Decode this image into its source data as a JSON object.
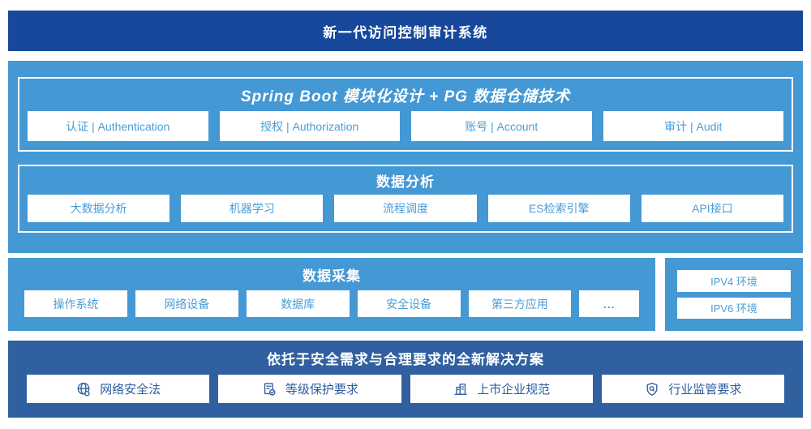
{
  "banner": {
    "title": "新一代访问控制审计系统"
  },
  "platform": {
    "title": "Spring Boot 模块化设计 + PG 数据仓储技术",
    "modules": [
      {
        "label": "认证 | Authentication"
      },
      {
        "label": "授权 | Authorization"
      },
      {
        "label": "账号 | Account"
      },
      {
        "label": "审计 | Audit"
      }
    ]
  },
  "analysis": {
    "title": "数据分析",
    "modules": [
      {
        "label": "大数据分析"
      },
      {
        "label": "机器学习"
      },
      {
        "label": "流程调度"
      },
      {
        "label": "ES检索引擎"
      },
      {
        "label": "API接口"
      }
    ]
  },
  "collection": {
    "title": "数据采集",
    "modules": [
      {
        "label": "操作系统"
      },
      {
        "label": "网络设备"
      },
      {
        "label": "数据库"
      },
      {
        "label": "安全设备"
      },
      {
        "label": "第三方应用"
      },
      {
        "label": "..."
      }
    ]
  },
  "environments": {
    "items": [
      {
        "label": "IPV4 环境"
      },
      {
        "label": "IPV6 环境"
      }
    ]
  },
  "solution": {
    "title": "依托于安全需求与合理要求的全新解决方案",
    "items": [
      {
        "icon": "globe-icon",
        "label": "网络安全法"
      },
      {
        "icon": "doc-check-icon",
        "label": "等级保护要求"
      },
      {
        "icon": "building-icon",
        "label": "上市企业规范"
      },
      {
        "icon": "shield-search-icon",
        "label": "行业监管要求"
      }
    ]
  },
  "colors": {
    "banner_bg": "#17489B",
    "section_bg": "#4498D4",
    "solution_bg": "#30609F",
    "chip_text": "#4A9DD7",
    "solution_text": "#2E5C9C"
  }
}
